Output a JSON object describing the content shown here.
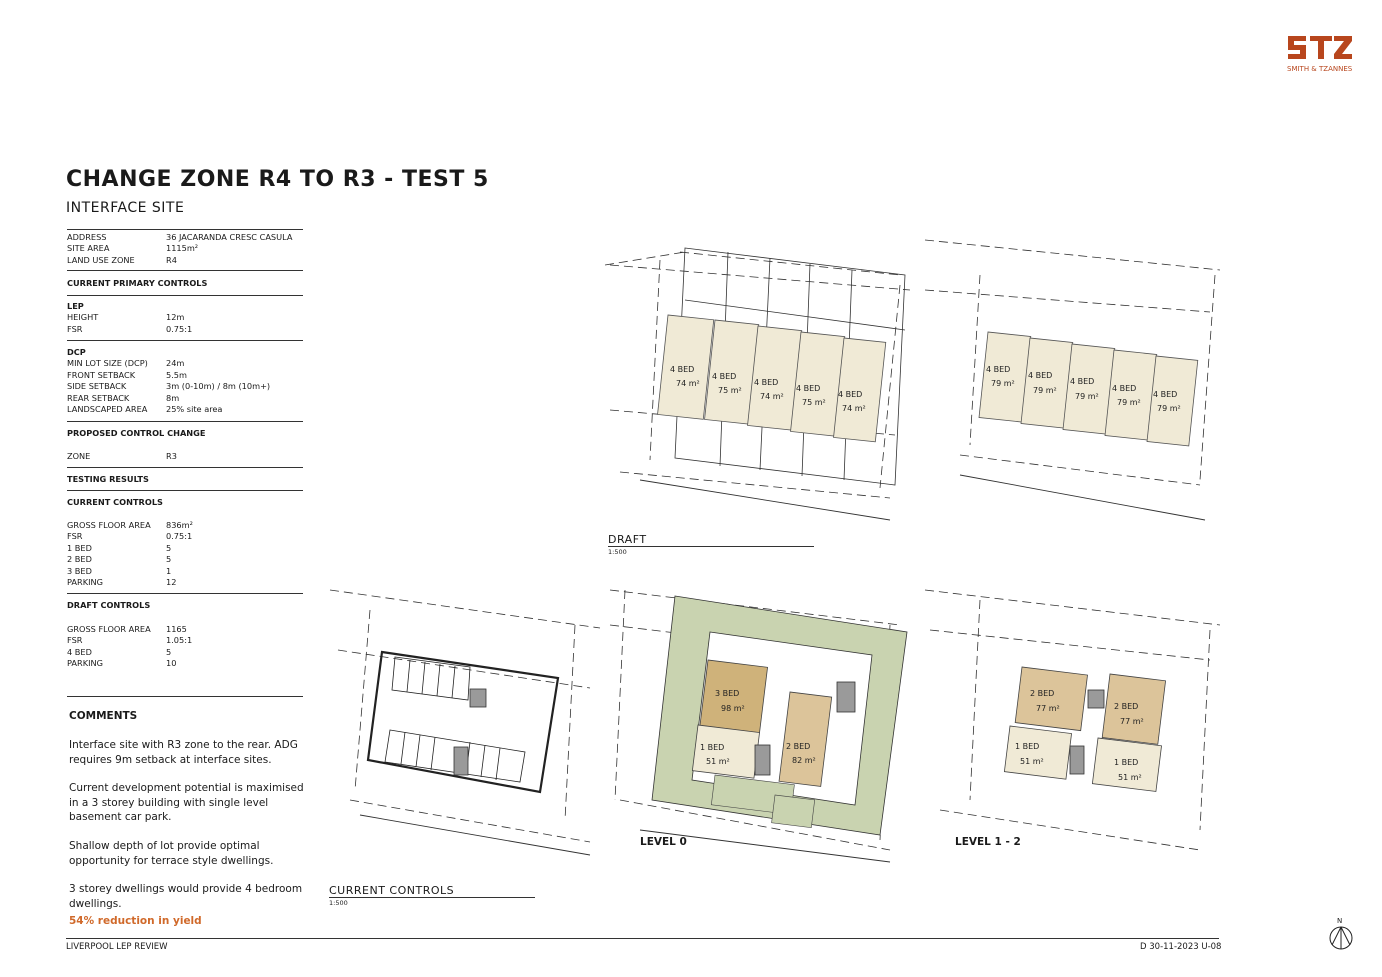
{
  "logo": {
    "text": "SMITH & TZANNES",
    "mark": "STZ",
    "color": "#b8461d"
  },
  "title": "CHANGE ZONE R4 TO R3 - TEST 5",
  "subtitle": "INTERFACE SITE",
  "site": {
    "address_k": "ADDRESS",
    "address_v": "36 JACARANDA CRESC CASULA",
    "area_k": "SITE AREA",
    "area_v": "1115m²",
    "zone_k": "LAND USE ZONE",
    "zone_v": "R4"
  },
  "current_primary": "CURRENT PRIMARY CONTROLS",
  "lep": {
    "h": "LEP",
    "height_k": "HEIGHT",
    "height_v": "12m",
    "fsr_k": "FSR",
    "fsr_v": "0.75:1"
  },
  "dcp": {
    "h": "DCP",
    "min_k": "MIN LOT SIZE (DCP)",
    "min_v": "24m",
    "front_k": "FRONT SETBACK",
    "front_v": "5.5m",
    "side_k": "SIDE SETBACK",
    "side_v": "3m (0-10m) / 8m (10m+)",
    "rear_k": "REAR SETBACK",
    "rear_v": "8m",
    "land_k": "LANDSCAPED AREA",
    "land_v": "25% site area"
  },
  "proposed": {
    "h": "PROPOSED CONTROL CHANGE",
    "zone_k": "ZONE",
    "zone_v": "R3"
  },
  "testing": "TESTING RESULTS",
  "current_controls": {
    "h": "CURRENT CONTROLS",
    "gfa_k": "GROSS FLOOR AREA",
    "gfa_v": "836m²",
    "fsr_k": "FSR",
    "fsr_v": "0.75:1",
    "b1_k": "1 BED",
    "b1_v": "5",
    "b2_k": "2 BED",
    "b2_v": "5",
    "b3_k": "3 BED",
    "b3_v": "1",
    "park_k": "PARKING",
    "park_v": "12"
  },
  "draft_controls": {
    "h": "DRAFT CONTROLS",
    "gfa_k": "GROSS FLOOR AREA",
    "gfa_v": "1165",
    "fsr_k": "FSR",
    "fsr_v": "1.05:1",
    "b4_k": "4 BED",
    "b4_v": "5",
    "park_k": "PARKING",
    "park_v": "10"
  },
  "comments": {
    "h": "COMMENTS",
    "c1": "Interface site with R3 zone to the rear. ADG requires 9m setback at interface sites.",
    "c2": "Current development potential is maximised in a 3 storey building with single level basement car park.",
    "c3": "Shallow depth of lot provide optimal opportunity for terrace style dwellings.",
    "c4": "3 storey dwellings would provide 4 bedroom dwellings.",
    "yield": "54% reduction in yield"
  },
  "drawings": {
    "draft": {
      "label": "DRAFT",
      "scale": "1:500"
    },
    "current": {
      "label": "CURRENT CONTROLS",
      "scale": "1:500"
    },
    "level0": "LEVEL 0",
    "level12": "LEVEL 1 - 2",
    "north": "N",
    "draft_units_a": [
      {
        "bed": "4 BED",
        "area": "74 m²"
      },
      {
        "bed": "4 BED",
        "area": "75 m²"
      },
      {
        "bed": "4 BED",
        "area": "74 m²"
      },
      {
        "bed": "4 BED",
        "area": "75 m²"
      },
      {
        "bed": "4 BED",
        "area": "74 m²"
      }
    ],
    "draft_units_b": [
      {
        "bed": "4 BED",
        "area": "79 m²"
      },
      {
        "bed": "4 BED",
        "area": "79 m²"
      },
      {
        "bed": "4 BED",
        "area": "79 m²"
      },
      {
        "bed": "4 BED",
        "area": "79 m²"
      },
      {
        "bed": "4 BED",
        "area": "79 m²"
      }
    ],
    "level0_units": [
      {
        "bed": "3 BED",
        "area": "98 m²"
      },
      {
        "bed": "1 BED",
        "area": "51 m²"
      },
      {
        "bed": "2 BED",
        "area": "82 m²"
      }
    ],
    "level12_units": [
      {
        "bed": "2 BED",
        "area": "77 m²"
      },
      {
        "bed": "2 BED",
        "area": "77 m²"
      },
      {
        "bed": "1 BED",
        "area": "51 m²"
      },
      {
        "bed": "1 BED",
        "area": "51 m²"
      }
    ]
  },
  "footer": {
    "left": "LIVERPOOL LEP REVIEW",
    "right": "D 30-11-2023 U-08"
  },
  "colors": {
    "unit_light": "#f0ead6",
    "unit_tan": "#dcc49a",
    "unit_dark": "#cfb27a",
    "landscape": "#c9d3b0",
    "accent": "#d0692a"
  }
}
